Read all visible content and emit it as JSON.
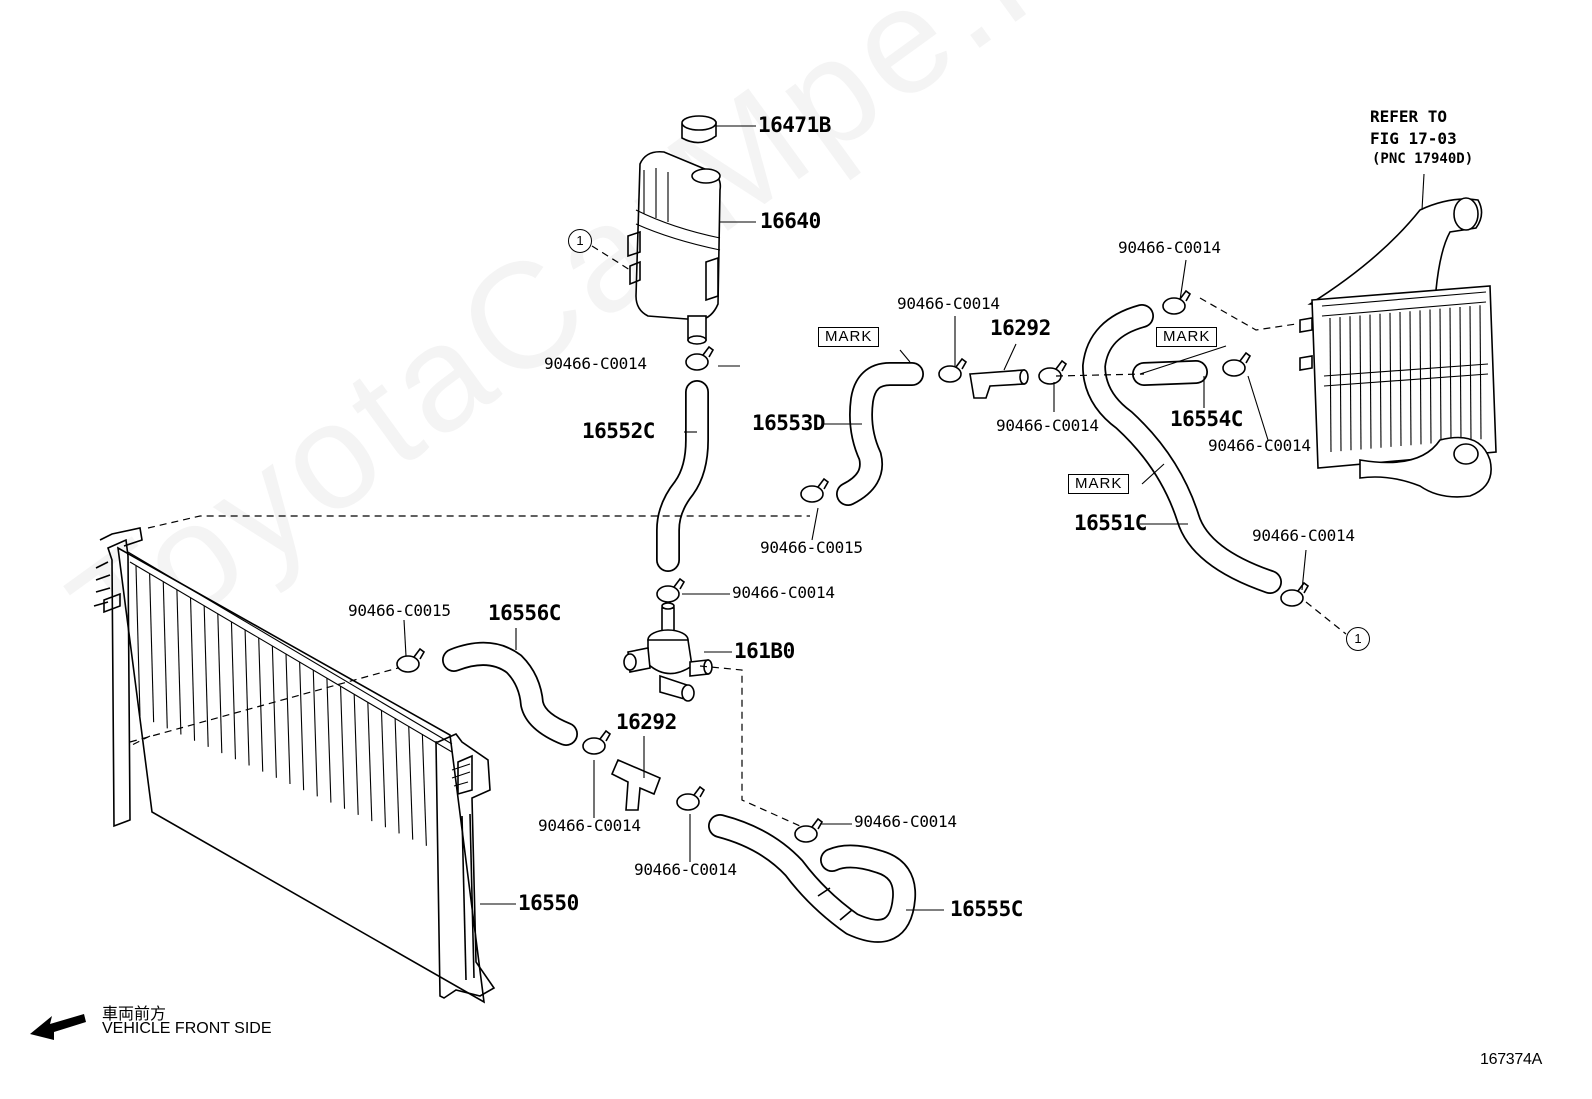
{
  "diagram": {
    "watermark": "ToyotaCarMpe.ru",
    "figure_id": "167374A",
    "refer": {
      "line1": "REFER TO",
      "line2": "FIG 17-03",
      "line3": "(PNC 17940D)"
    },
    "front": {
      "jp": "車両前方",
      "en": "VEHICLE FRONT SIDE"
    },
    "mark_label": "MARK",
    "circle_ref": "1",
    "parts": {
      "cap": "16471B",
      "reservoir": "16640",
      "hose_reservoir": "16552C",
      "hose_front": "16553D",
      "joint_upper": "16292",
      "hose_intercooler": "16554C",
      "hose_long": "16551C",
      "hose_radiator": "16556C",
      "pump": "161B0",
      "joint_lower": "16292",
      "hose_lower": "16555C",
      "radiator": "16550"
    },
    "clamps": {
      "c_reservoir": "90466-C0014",
      "c_upper_a": "90466-C0014",
      "c_upper_b": "90466-C0014",
      "c_upper_c": "90466-C0014",
      "c_intercooler": "90466-C0014",
      "c_long": "90466-C0014",
      "c_front": "90466-C0015",
      "c_pump_top": "90466-C0014",
      "c_radiator": "90466-C0015",
      "c_lower_a": "90466-C0014",
      "c_lower_b": "90466-C0014",
      "c_lower_c": "90466-C0014"
    }
  }
}
